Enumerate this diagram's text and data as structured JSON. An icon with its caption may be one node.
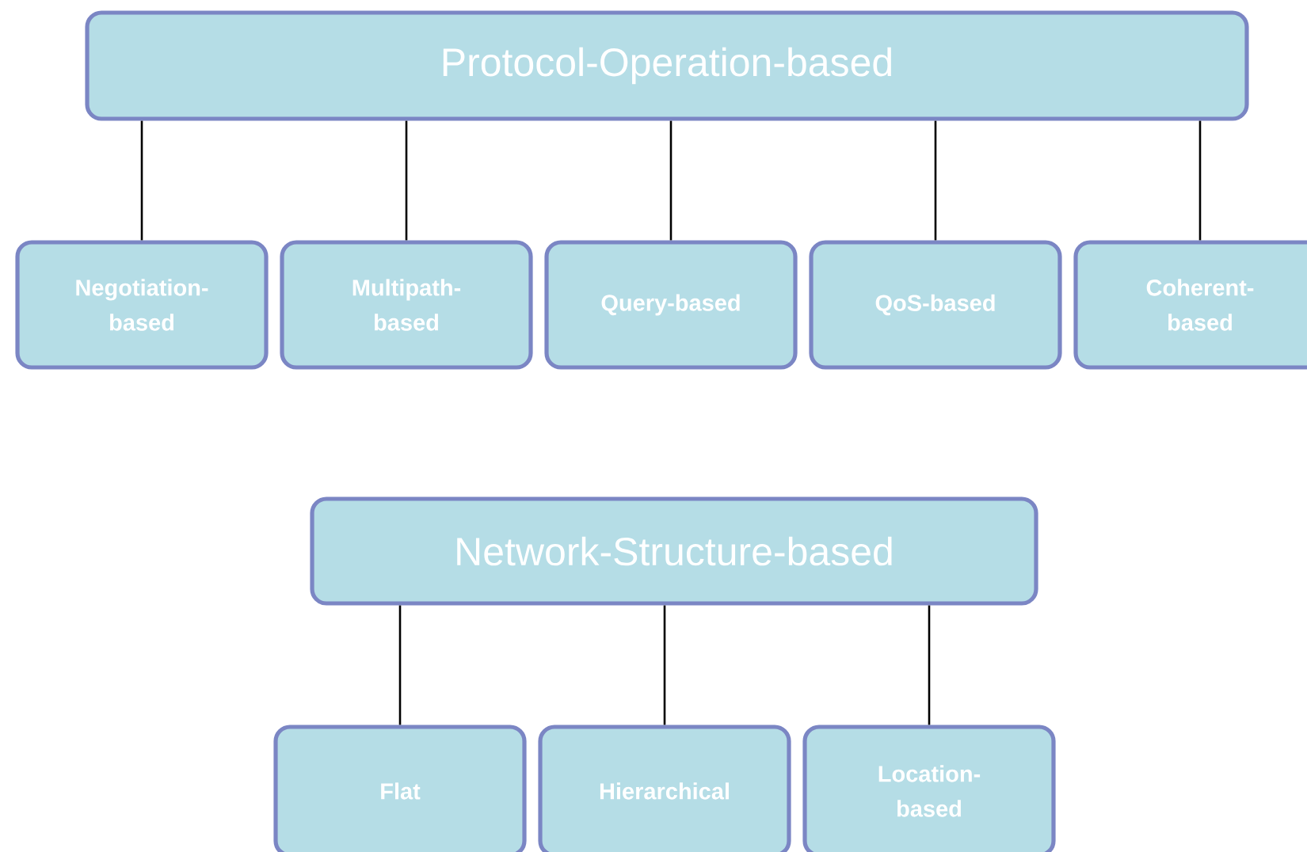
{
  "diagram": {
    "nodes": [
      {
        "text": [
          "Protocol-Operation-based"
        ]
      },
      {
        "text": [
          "Negotiation-based"
        ]
      },
      {
        "text": [
          "Multipath-based"
        ]
      },
      {
        "text": [
          "Query-based"
        ]
      },
      {
        "text": [
          "QoS-based"
        ]
      },
      {
        "text": [
          "Coherent-based"
        ]
      },
      {
        "text": [
          "Network-Structure-based"
        ]
      },
      {
        "text": [
          "Flat"
        ]
      },
      {
        "text": [
          "Hierarchical"
        ]
      },
      {
        "text": [
          "Location-based"
        ]
      }
    ],
    "edges": [
      {
        "from": 0,
        "to": 1,
        "arrow": "none"
      },
      {
        "from": 0,
        "to": 2,
        "arrow": "none"
      },
      {
        "from": 0,
        "to": 3,
        "arrow": "none"
      },
      {
        "from": 0,
        "to": 4,
        "arrow": "none"
      },
      {
        "from": 0,
        "to": 5,
        "arrow": "none"
      },
      {
        "from": 6,
        "to": 7,
        "arrow": "none"
      },
      {
        "from": 6,
        "to": 8,
        "arrow": "none"
      },
      {
        "from": 6,
        "to": 9,
        "arrow": "none"
      }
    ]
  }
}
